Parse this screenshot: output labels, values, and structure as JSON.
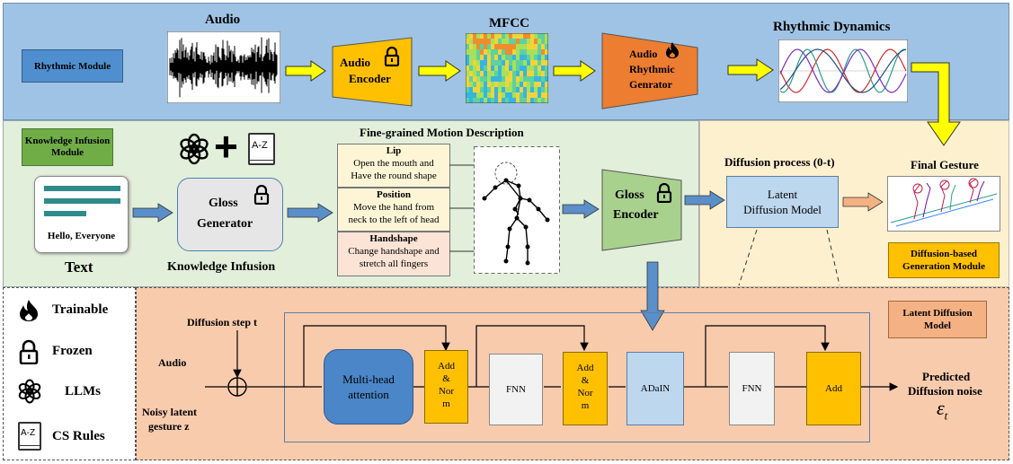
{
  "rhythmic": {
    "module_label": "Rhythmic Module",
    "audio_title": "Audio",
    "audio_encoder_line1": "Audio",
    "audio_encoder_line2": "Encoder",
    "mfcc_title": "MFCC",
    "generator_line1": "Audio",
    "generator_line2": "Rhythmic",
    "generator_line3": "Genrator",
    "dynamics_title": "Rhythmic Dynamics"
  },
  "knowledge": {
    "module_label": "Knowledge Infusion Module",
    "text_example": "Hello, Everyone",
    "text_caption": "Text",
    "gloss_generator_line1": "Gloss",
    "gloss_generator_line2": "Generator",
    "infusion_caption": "Knowledge Infusion",
    "description_title": "Fine-grained Motion Description",
    "descriptions": [
      {
        "title": "Lip",
        "line1": "Open the mouth and",
        "line2": "Have the round shape"
      },
      {
        "title": "Position",
        "line1": "Move the hand from",
        "line2": "neck to the left of head"
      },
      {
        "title": "Handshape",
        "line1": "Change handshape and",
        "line2": "stretch all fingers"
      }
    ],
    "gloss_encoder_line1": "Gloss",
    "gloss_encoder_line2": "Encoder",
    "plus": "+",
    "az": "A-Z"
  },
  "diffusion": {
    "process_title": "Diffusion process (0-t)",
    "latent_line1": "Latent",
    "latent_line2": "Diffusion Model",
    "final_gesture": "Final Gesture",
    "module_line1": "Diffusion-based",
    "module_line2": "Generation Module"
  },
  "legend": {
    "items": [
      "Trainable",
      "Frozen",
      "LLMs",
      "CS Rules"
    ],
    "az": "A-Z"
  },
  "latent_model": {
    "label_line1": "Latent Diffusion",
    "label_line2": "Model",
    "step_label": "Diffusion step t",
    "audio_label": "Audio",
    "noisy_line1": "Noisy latent",
    "noisy_line2": "gesture z",
    "attention_line1": "Multi-head",
    "attention_line2": "attention",
    "addnorm1": [
      "Add",
      "&",
      "Nor",
      "m"
    ],
    "fnn1": "FNN",
    "addnorm2": [
      "Add",
      "&",
      "Nor",
      "m"
    ],
    "adain": "ADaIN",
    "fnn2": "FNN",
    "add": "Add",
    "predicted_line1": "Predicted",
    "predicted_line2": "Diffusion noise",
    "epsilon": "ε",
    "epsilon_sub": "t"
  },
  "colors": {
    "rhythmic_bg": "#9fc3e4",
    "knowledge_bg": "#e2efda",
    "diffusion_bg": "#fdf0cf",
    "latent_bg": "#f8cbad",
    "arrow_yellow": "#ffff00",
    "arrow_blue": "#5b8fc9",
    "encoder_orange": "#ffc000",
    "generator_orange": "#ed7d31",
    "gloss_green": "#a9d18e",
    "attention_blue": "#4a86c8",
    "latent_box": "#bdd7ee"
  }
}
